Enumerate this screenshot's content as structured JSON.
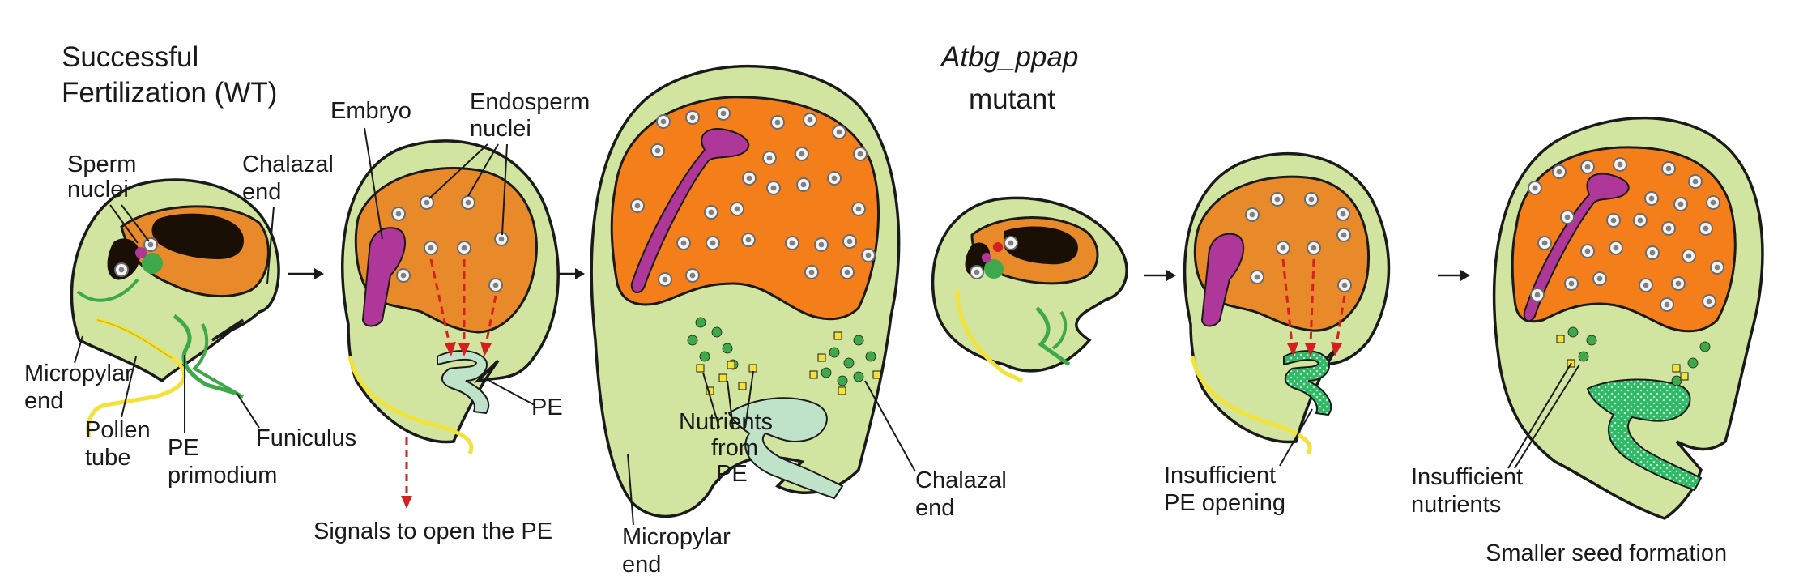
{
  "labels": {
    "wt_title_1": "Successful",
    "wt_title_2": "Fertilization (WT)",
    "mutant_title_1": "Atbg_ppap",
    "mutant_title_2": "mutant",
    "sperm_nuclei_1": "Sperm",
    "sperm_nuclei_2": "nuclei",
    "chalazal_end_1_a": "Chalazal",
    "chalazal_end_1_b": "end",
    "micropylar_end_1_a": "Micropylar",
    "micropylar_end_1_b": "end",
    "pollen_tube_a": "Pollen",
    "pollen_tube_b": "tube",
    "pe_primodium_a": "PE",
    "pe_primodium_b": "primodium",
    "funiculus": "Funiculus",
    "embryo": "Embryo",
    "endosperm_nuclei_a": "Endosperm",
    "endosperm_nuclei_b": "nuclei",
    "pe": "PE",
    "signals": "Signals to open the PE",
    "nutrients_a": "Nutrients",
    "nutrients_b": "from",
    "nutrients_c": "PE",
    "micropylar_end_3_a": "Micropylar",
    "micropylar_end_3_b": "end",
    "chalazal_end_3_a": "Chalazal",
    "chalazal_end_3_b": "end",
    "insufficient_pe_a": "Insufficient",
    "insufficient_pe_b": "PE opening",
    "insufficient_nut_a": "Insufficient",
    "insufficient_nut_b": "nutrients",
    "smaller_seed": "Smaller seed formation"
  },
  "colors": {
    "seed_coat": "#d2e5a0",
    "endosperm": "#e88a2a",
    "endosperm_bright": "#f47e1a",
    "embryo": "#b0379a",
    "pollen_tube": "#f2e23a",
    "funiculus": "#3fa84a",
    "pe_tissue": "#bfe3c8",
    "pe_mutant": "#2fb866",
    "central_cell": "#1a0f05",
    "signal": "#d42020",
    "nutrient": "#3fa84a",
    "nutrient_square": "#f2e23a"
  }
}
